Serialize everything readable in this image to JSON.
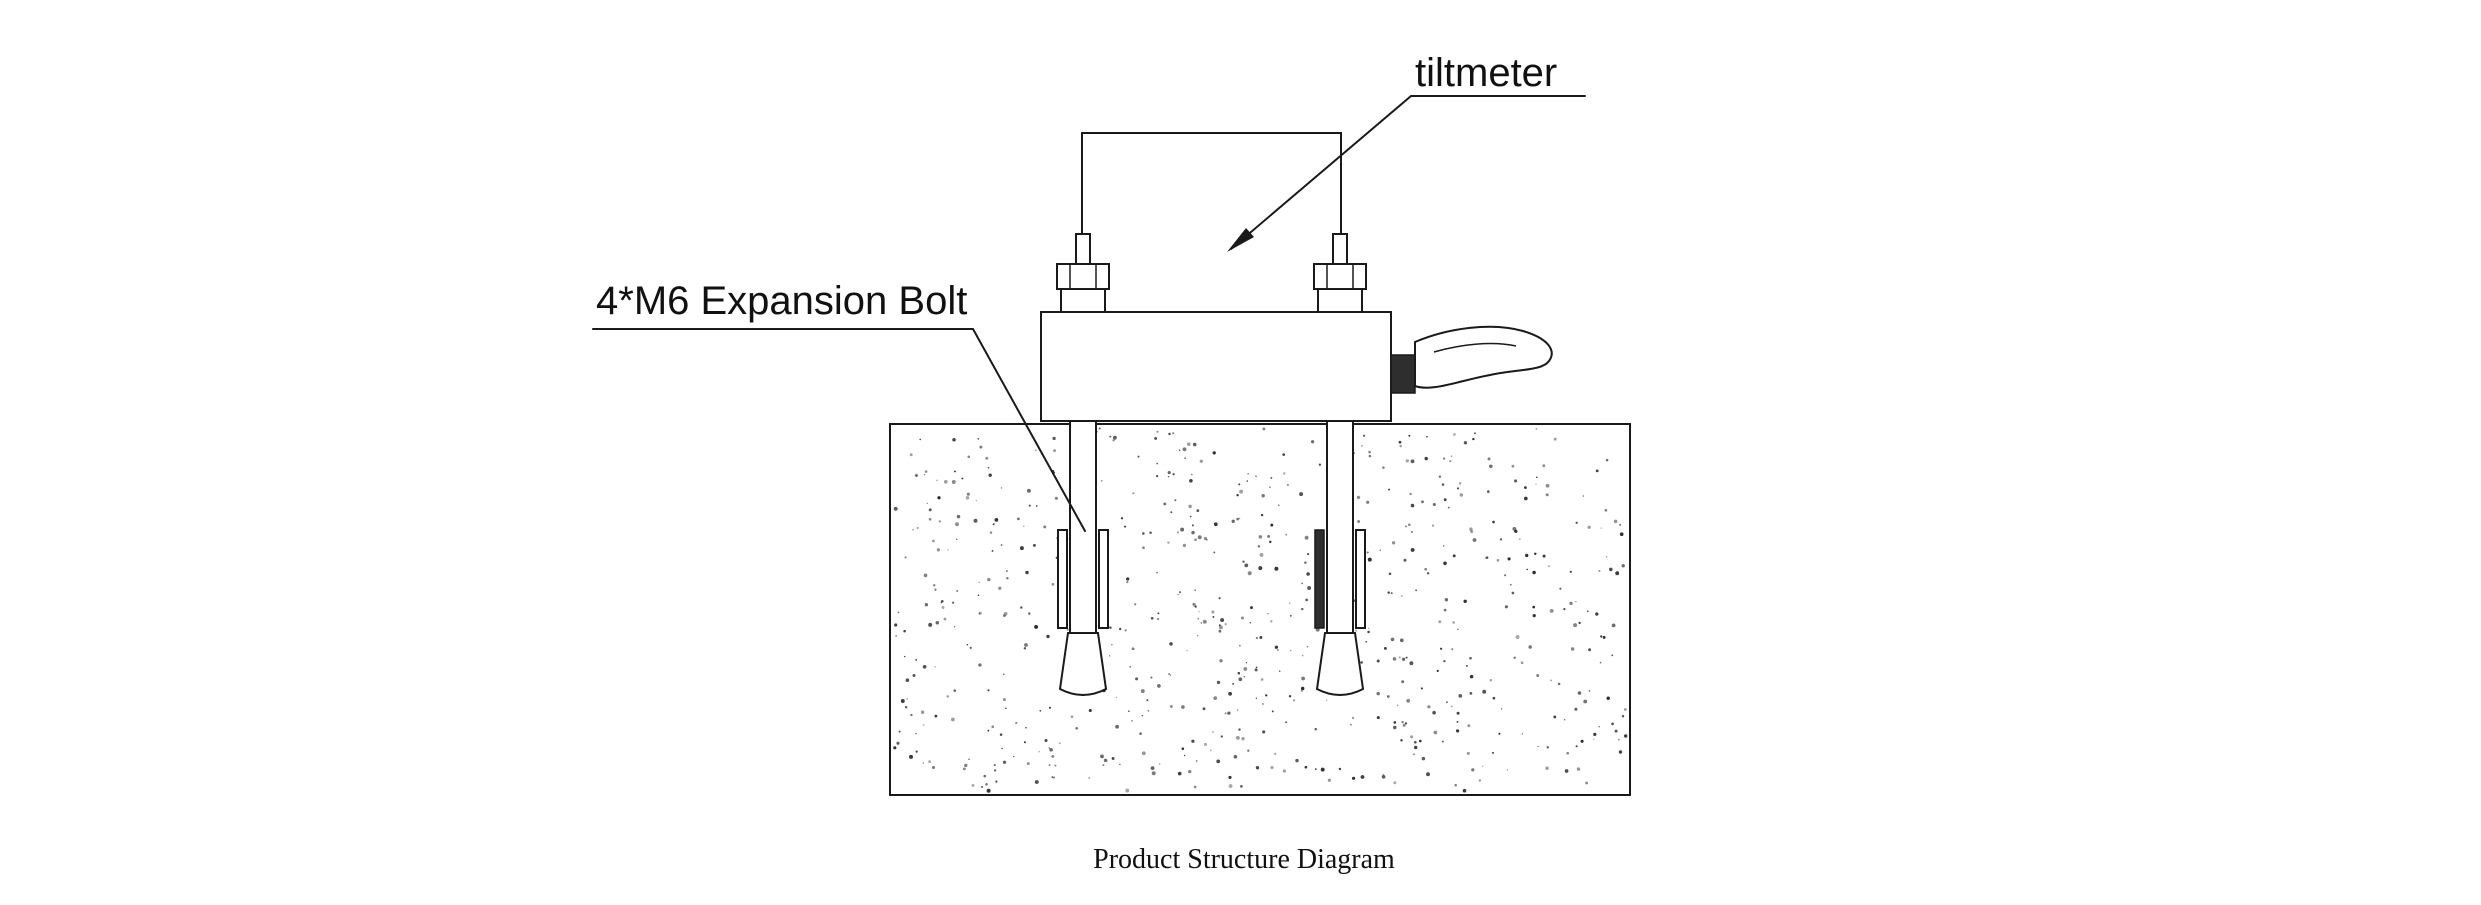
{
  "diagram": {
    "labels": {
      "tiltmeter": "tiltmeter",
      "expansion_bolt": "4*M6 Expansion Bolt",
      "caption": "Product Structure Diagram"
    },
    "colors": {
      "line": "#1a1a1a",
      "background": "#ffffff",
      "speckle": "#2b2b2b"
    }
  }
}
